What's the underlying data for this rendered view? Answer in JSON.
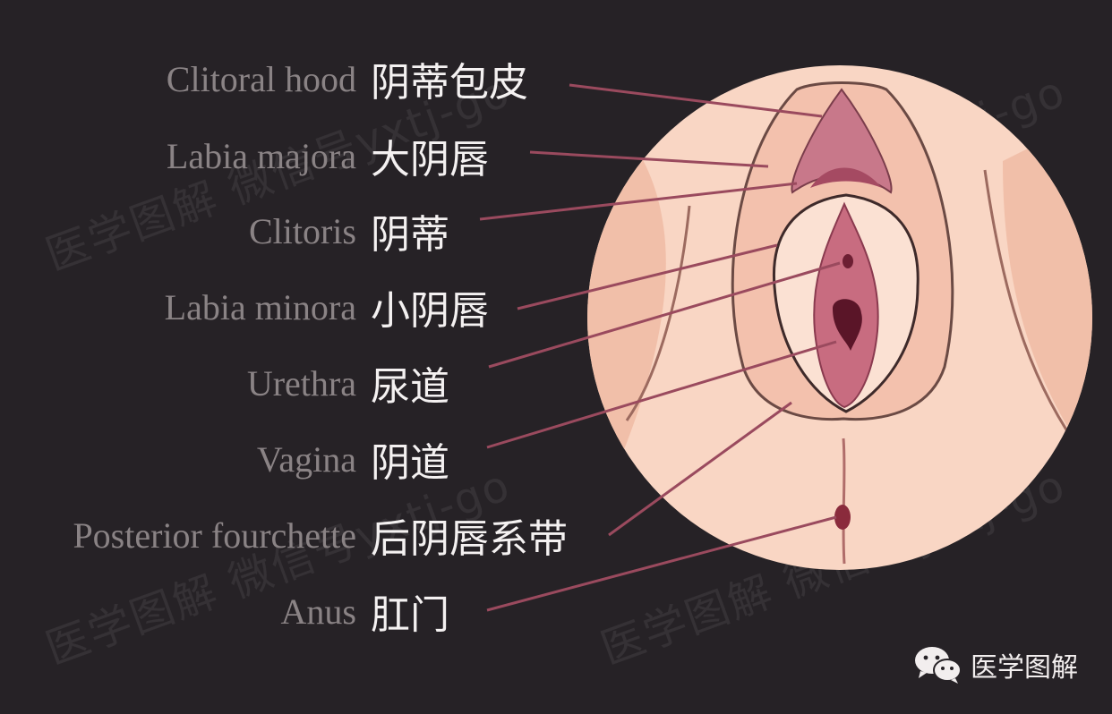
{
  "labels": [
    {
      "en": "Clitoral hood",
      "zh": "阴蒂包皮"
    },
    {
      "en": "Labia majora",
      "zh": "大阴唇"
    },
    {
      "en": "Clitoris",
      "zh": "阴蒂"
    },
    {
      "en": "Labia minora",
      "zh": "小阴唇"
    },
    {
      "en": "Urethra",
      "zh": "尿道"
    },
    {
      "en": "Vagina",
      "zh": "阴道"
    },
    {
      "en": "Posterior fourchette",
      "zh": "后阴唇系带"
    },
    {
      "en": "Anus",
      "zh": "肛门"
    }
  ],
  "watermark": {
    "text_left": "医学图解 微信号yxtj-go",
    "text_right": "医学图解 微信号yxtj-go"
  },
  "brand": {
    "name": "医学图解",
    "icon": "wechat-icon"
  },
  "colors": {
    "background": "#262226",
    "skin": "#f9d6c4",
    "leader_line": "#9a4a5e",
    "tissue": "#b85c73"
  }
}
